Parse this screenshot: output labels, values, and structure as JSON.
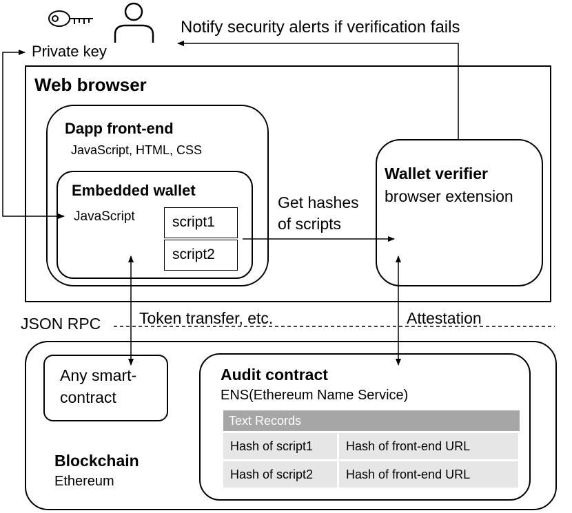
{
  "user": {
    "private_key_label": "Private key",
    "icons": [
      "key-icon",
      "person-icon"
    ]
  },
  "alerts": {
    "notify_label": "Notify security alerts if verification fails"
  },
  "browser": {
    "title": "Web browser",
    "dapp": {
      "title": "Dapp front-end",
      "subtitle": "JavaScript, HTML, CSS",
      "wallet": {
        "title": "Embedded wallet",
        "language": "JavaScript",
        "scripts": [
          "script1",
          "script2"
        ]
      }
    },
    "verifier": {
      "title": "Wallet verifier",
      "subtitle": "browser extension"
    },
    "get_hashes_line1": "Get hashes",
    "get_hashes_line2": "of scripts"
  },
  "interfaces": {
    "json_rpc": "JSON RPC",
    "token_transfer": "Token transfer, etc.",
    "attestation": "Attestation"
  },
  "blockchain": {
    "title": "Blockchain",
    "subtitle": "Ethereum",
    "smart_contract_line1": "Any smart-",
    "smart_contract_line2": "contract",
    "audit": {
      "title": "Audit contract",
      "subtitle": "ENS(Ethereum Name Service)",
      "records_header": "Text Records",
      "records": [
        [
          "Hash of script1",
          "Hash of front-end URL"
        ],
        [
          "Hash of script2",
          "Hash of front-end URL"
        ]
      ]
    }
  }
}
